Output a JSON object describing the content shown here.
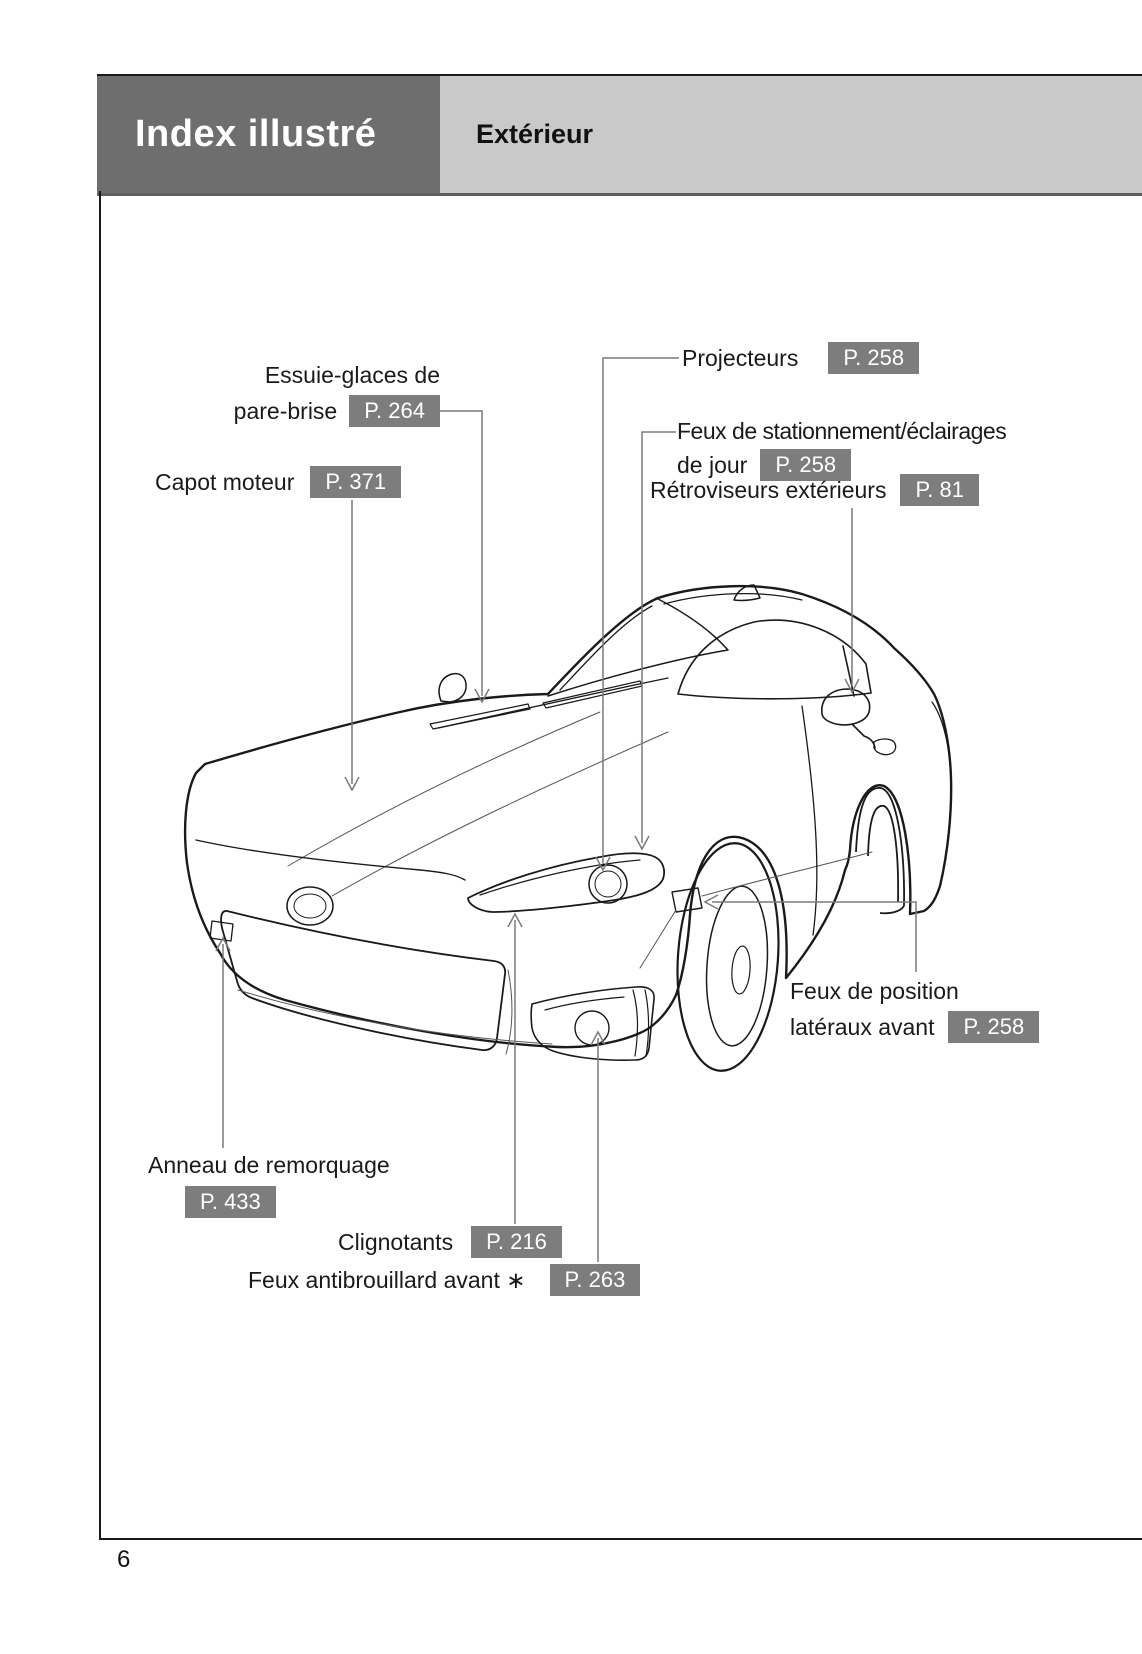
{
  "header": {
    "title": "Index illustré",
    "section": "Extérieur"
  },
  "page_number": "6",
  "colors": {
    "header_dark": "#6e6e6e",
    "header_light": "#c9c9c9",
    "badge_gray": "#7d7d7d",
    "leader_line": "#7a7a7a",
    "line_art": "#1a1a1a"
  },
  "callouts": {
    "wipers": {
      "line1": "Essuie-glaces de",
      "line2": "pare-brise",
      "ref": "P. 264"
    },
    "hood": {
      "text": "Capot moteur",
      "ref": "P. 371"
    },
    "headlights": {
      "text": "Projecteurs",
      "ref": "P. 258"
    },
    "daytime": {
      "line1": "Feux de stationnement/éclairages",
      "line2": "de jour",
      "ref": "P. 258"
    },
    "mirrors": {
      "text": "Rétroviseurs extérieurs",
      "ref": "P. 81"
    },
    "sidemarkers": {
      "line1": "Feux de position",
      "line2": "latéraux avant",
      "ref": "P. 258"
    },
    "towing": {
      "text": "Anneau de remorquage",
      "ref": "P. 433"
    },
    "turnsignals": {
      "text": "Clignotants",
      "ref": "P. 216"
    },
    "foglights": {
      "text": "Feux antibrouillard avant ∗",
      "ref": "P. 263"
    }
  }
}
